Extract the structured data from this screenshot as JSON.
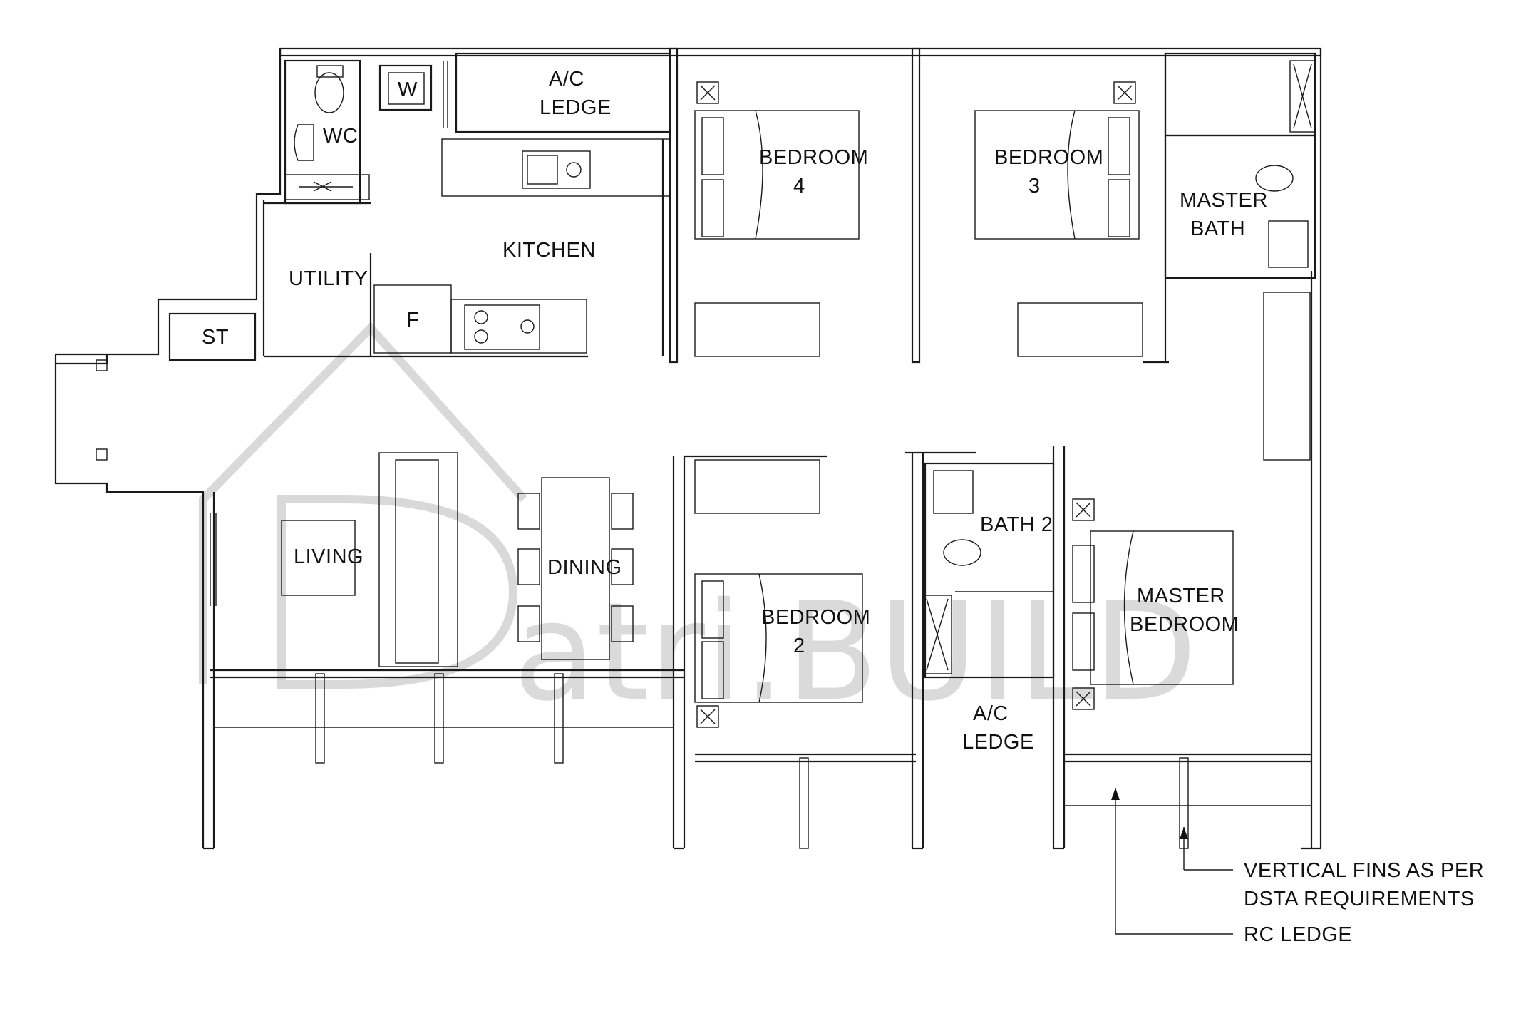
{
  "rooms": {
    "wc": "WC",
    "w": "W",
    "ac_ledge_top_l1": "A/C",
    "ac_ledge_top_l2": "LEDGE",
    "bedroom4_l1": "BEDROOM",
    "bedroom4_l2": "4",
    "bedroom3_l1": "BEDROOM",
    "bedroom3_l2": "3",
    "master_bath_l1": "MASTER",
    "master_bath_l2": "BATH",
    "kitchen": "KITCHEN",
    "utility": "UTILITY",
    "st": "ST",
    "f": "F",
    "living": "LIVING",
    "dining": "DINING",
    "bedroom2_l1": "BEDROOM",
    "bedroom2_l2": "2",
    "bath2": "BATH 2",
    "master_bedroom_l1": "MASTER",
    "master_bedroom_l2": "BEDROOM",
    "ac_ledge_bottom_l1": "A/C",
    "ac_ledge_bottom_l2": "LEDGE"
  },
  "notes": {
    "fins_l1": "VERTICAL FINS AS PER",
    "fins_l2": "DSTA REQUIREMENTS",
    "rc_ledge": "RC LEDGE"
  },
  "watermark": {
    "text": "atri.BUILD"
  }
}
